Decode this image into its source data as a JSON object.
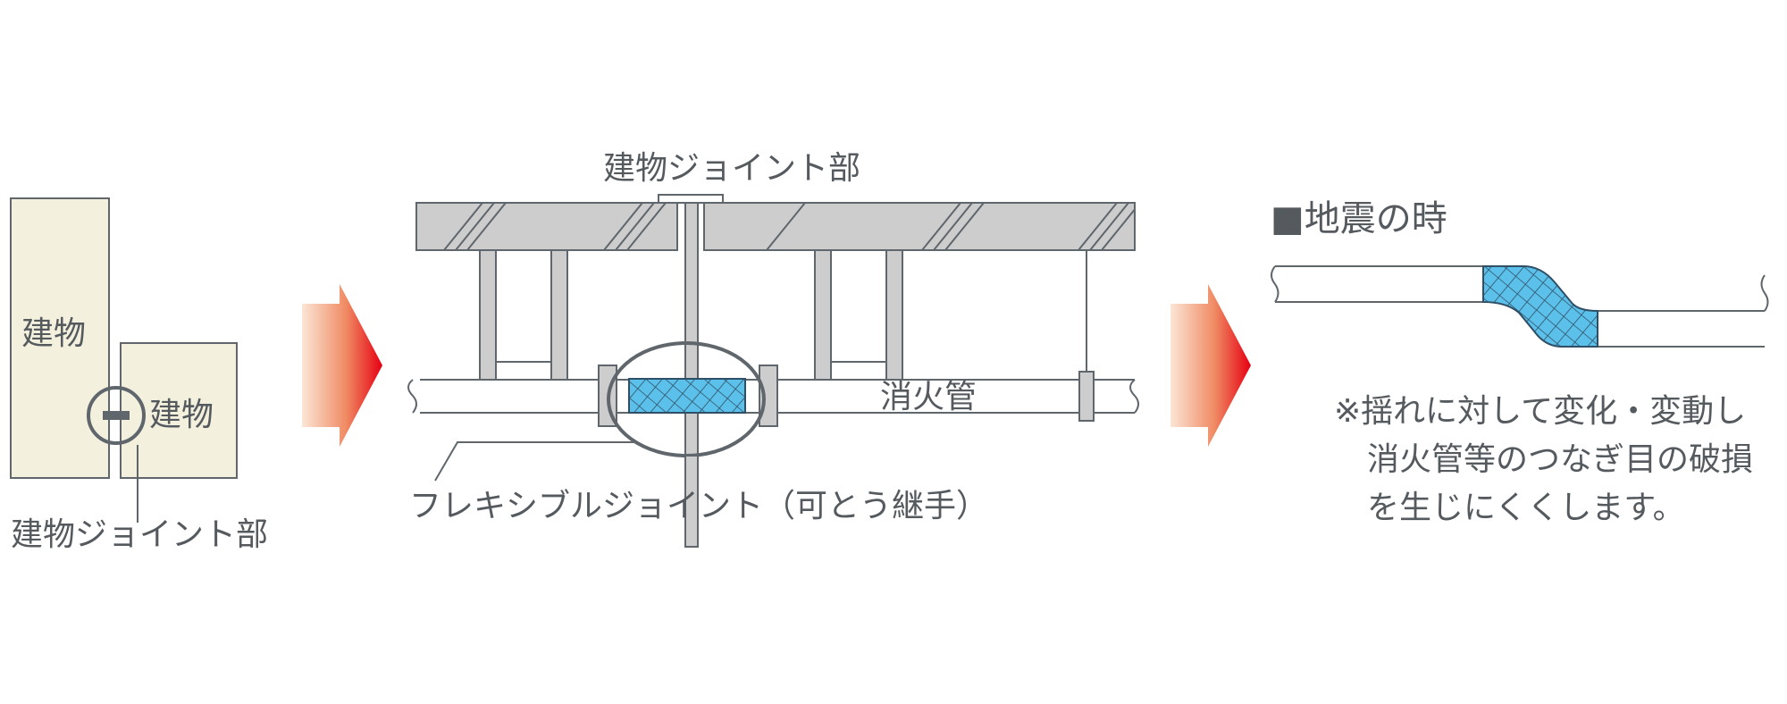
{
  "panel_left": {
    "building_a_label": "建物",
    "building_b_label": "建物",
    "joint_label": "建物ジョイント部"
  },
  "panel_middle": {
    "joint_label": "建物ジョイント部",
    "pipe_label": "消火管",
    "flex_label": "フレキシブルジョイント（可とう継手）"
  },
  "panel_right": {
    "heading": "■地震の時",
    "note_line1": "※揺れに対して変化・変動し",
    "note_line2": "消火管等のつなぎ目の破損",
    "note_line3": "を生じにくくします。"
  },
  "colors": {
    "building_fill": "#f3f0de",
    "line": "#5f666c",
    "slab_fill": "#cdcdcd",
    "flex_fill": "#5cc1ea",
    "arrow_start": "#f8d9c4",
    "arrow_end": "#e60012"
  }
}
